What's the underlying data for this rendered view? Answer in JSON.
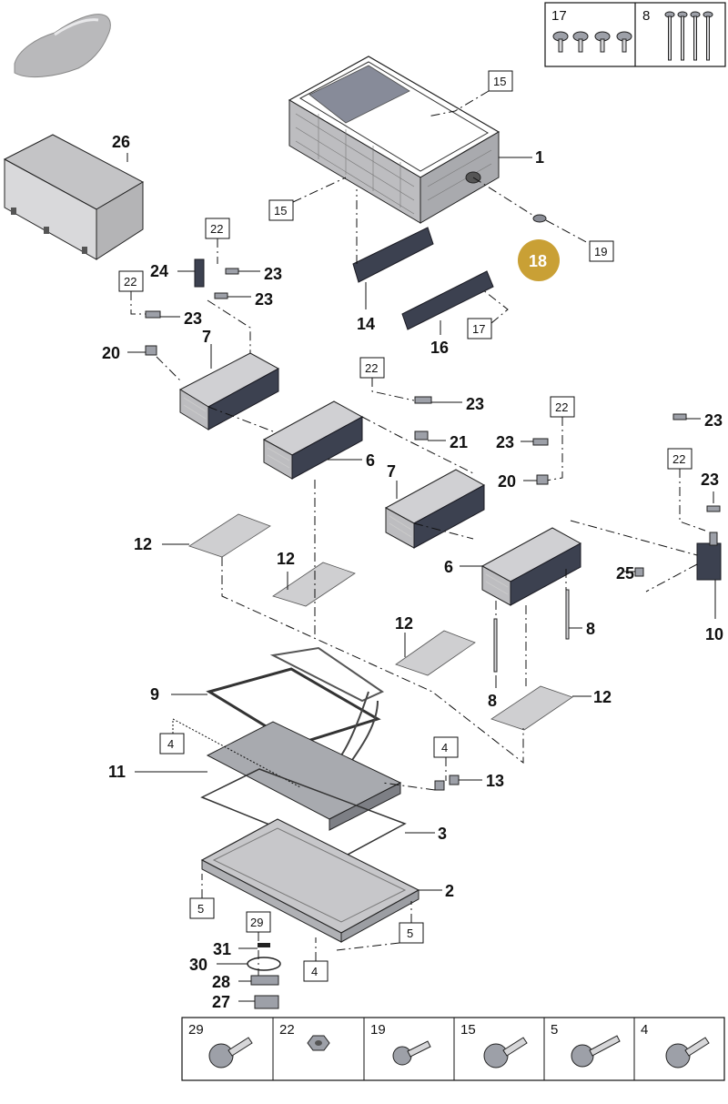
{
  "diagram": {
    "highlight_color": "#c9a035",
    "highlighted_callout": "18",
    "callouts": [
      "1",
      "2",
      "3",
      "6",
      "6",
      "7",
      "7",
      "8",
      "8",
      "9",
      "10",
      "11",
      "12",
      "12",
      "12",
      "12",
      "13",
      "14",
      "16",
      "18",
      "20",
      "20",
      "21",
      "23",
      "23",
      "23",
      "23",
      "23",
      "23",
      "23",
      "24",
      "25",
      "26",
      "27",
      "28",
      "30",
      "31"
    ],
    "boxed_refs": [
      "15",
      "15",
      "17",
      "19",
      "22",
      "22",
      "22",
      "22",
      "22",
      "4",
      "4",
      "4",
      "5",
      "5",
      "29"
    ]
  },
  "fastener_legend_top": [
    {
      "ref": "17",
      "icon": "button-head-bolt-icon"
    },
    {
      "ref": "8",
      "icon": "long-threaded-rod-icon"
    }
  ],
  "fastener_legend_bottom": [
    {
      "ref": "29",
      "icon": "torx-flange-bolt-icon"
    },
    {
      "ref": "22",
      "icon": "hex-nut-icon"
    },
    {
      "ref": "19",
      "icon": "short-torx-bolt-icon"
    },
    {
      "ref": "15",
      "icon": "torx-flange-bolt-icon"
    },
    {
      "ref": "5",
      "icon": "long-torx-bolt-icon"
    },
    {
      "ref": "4",
      "icon": "torx-flange-bolt-icon"
    }
  ],
  "icons": {
    "vehicle": "car-silhouette-icon"
  }
}
